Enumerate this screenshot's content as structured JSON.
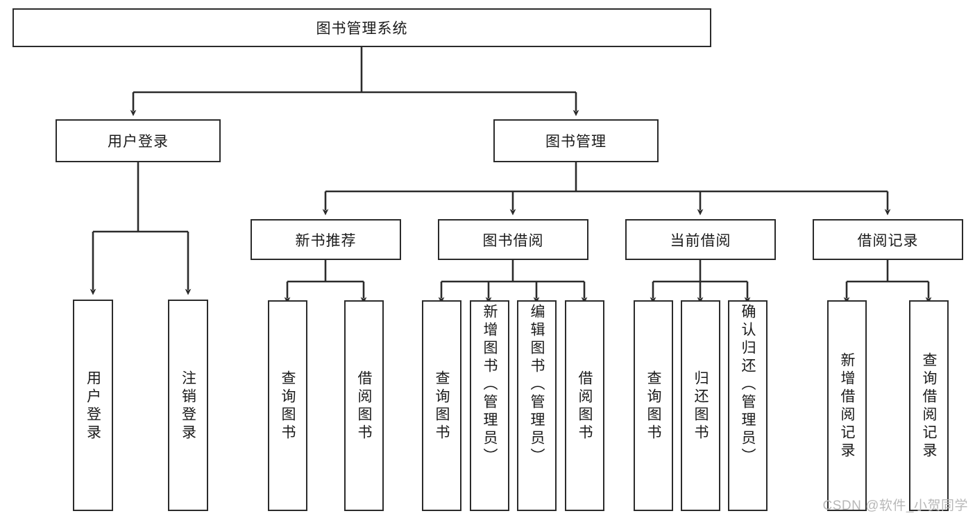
{
  "diagram": {
    "title": "图书管理系统",
    "type": "tree-hierarchy-chart",
    "root": {
      "label": "图书管理系统"
    },
    "level2": [
      {
        "label": "用户登录"
      },
      {
        "label": "图书管理"
      }
    ],
    "level3": [
      {
        "label": "新书推荐"
      },
      {
        "label": "图书借阅"
      },
      {
        "label": "当前借阅"
      },
      {
        "label": "借阅记录"
      }
    ],
    "leaves": {
      "user_login": [
        {
          "label": "用户登录"
        },
        {
          "label": "注销登录"
        }
      ],
      "new_book_recommend": [
        {
          "label": "查询图书"
        },
        {
          "label": "借阅图书"
        }
      ],
      "book_borrow": [
        {
          "label": "查询图书"
        },
        {
          "label": "新增图书（管理员）"
        },
        {
          "label": "编辑图书（管理员）"
        },
        {
          "label": "借阅图书"
        }
      ],
      "current_borrow": [
        {
          "label": "查询图书"
        },
        {
          "label": "归还图书"
        },
        {
          "label": "确认归还（管理员）"
        }
      ],
      "borrow_record": [
        {
          "label": "新增借阅记录"
        },
        {
          "label": "查询借阅记录"
        }
      ]
    }
  },
  "watermark": {
    "text": "CSDN @软件_小贺同学"
  },
  "colors": {
    "stroke": "#2b2b2b",
    "background": "#ffffff",
    "text": "#1a1a1a",
    "watermark": "#b8b8b8"
  }
}
